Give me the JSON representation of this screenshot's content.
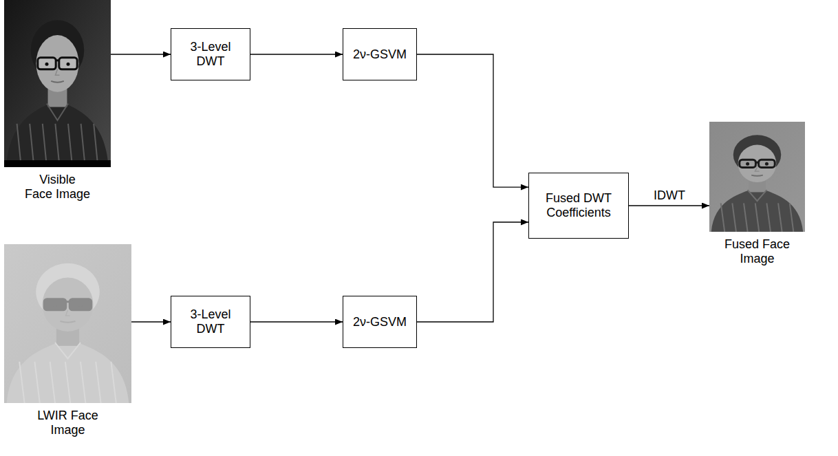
{
  "diagram": {
    "nodes": [
      {
        "text": [
          "Visible Face Image"
        ]
      },
      {
        "text": [
          "3-Level DWT"
        ]
      },
      {
        "text": [
          "2ν-GSVM"
        ]
      },
      {
        "text": [
          "Fused DWT Coefficients"
        ]
      },
      {
        "text": [
          "Fused Face Image"
        ]
      },
      {
        "text": [
          "LWIR Face Image"
        ]
      },
      {
        "text": [
          "3-Level DWT"
        ]
      },
      {
        "text": [
          "2ν-GSVM"
        ]
      }
    ],
    "edges": [
      {
        "from": 0,
        "to": 1,
        "arrow": "to"
      },
      {
        "from": 1,
        "to": 2,
        "arrow": "to"
      },
      {
        "from": 2,
        "to": 3,
        "arrow": "to"
      },
      {
        "from": 5,
        "to": 6,
        "arrow": "to"
      },
      {
        "from": 6,
        "to": 7,
        "arrow": "to"
      },
      {
        "from": 7,
        "to": 3,
        "arrow": "to"
      },
      {
        "from": 3,
        "to": 4,
        "label": "IDWT",
        "arrow": "to"
      }
    ]
  }
}
